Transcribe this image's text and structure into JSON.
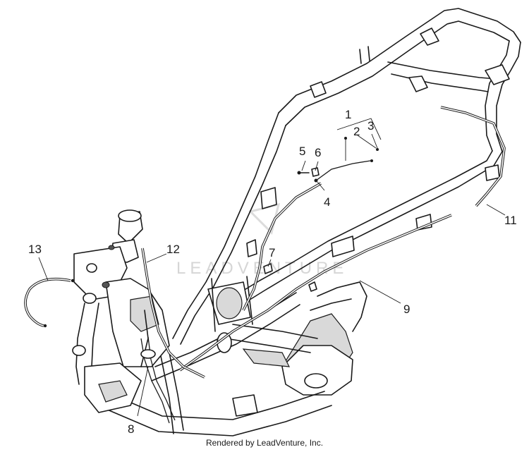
{
  "diagram": {
    "callouts": {
      "c1": "1",
      "c2": "2",
      "c3": "3",
      "c4": "4",
      "c5": "5",
      "c6": "6",
      "c7": "7",
      "c8": "8",
      "c9": "9",
      "c11": "11",
      "c12": "12",
      "c13": "13"
    },
    "watermark": "LEADVENTURE",
    "footer": "Rendered by LeadVenture, Inc."
  }
}
